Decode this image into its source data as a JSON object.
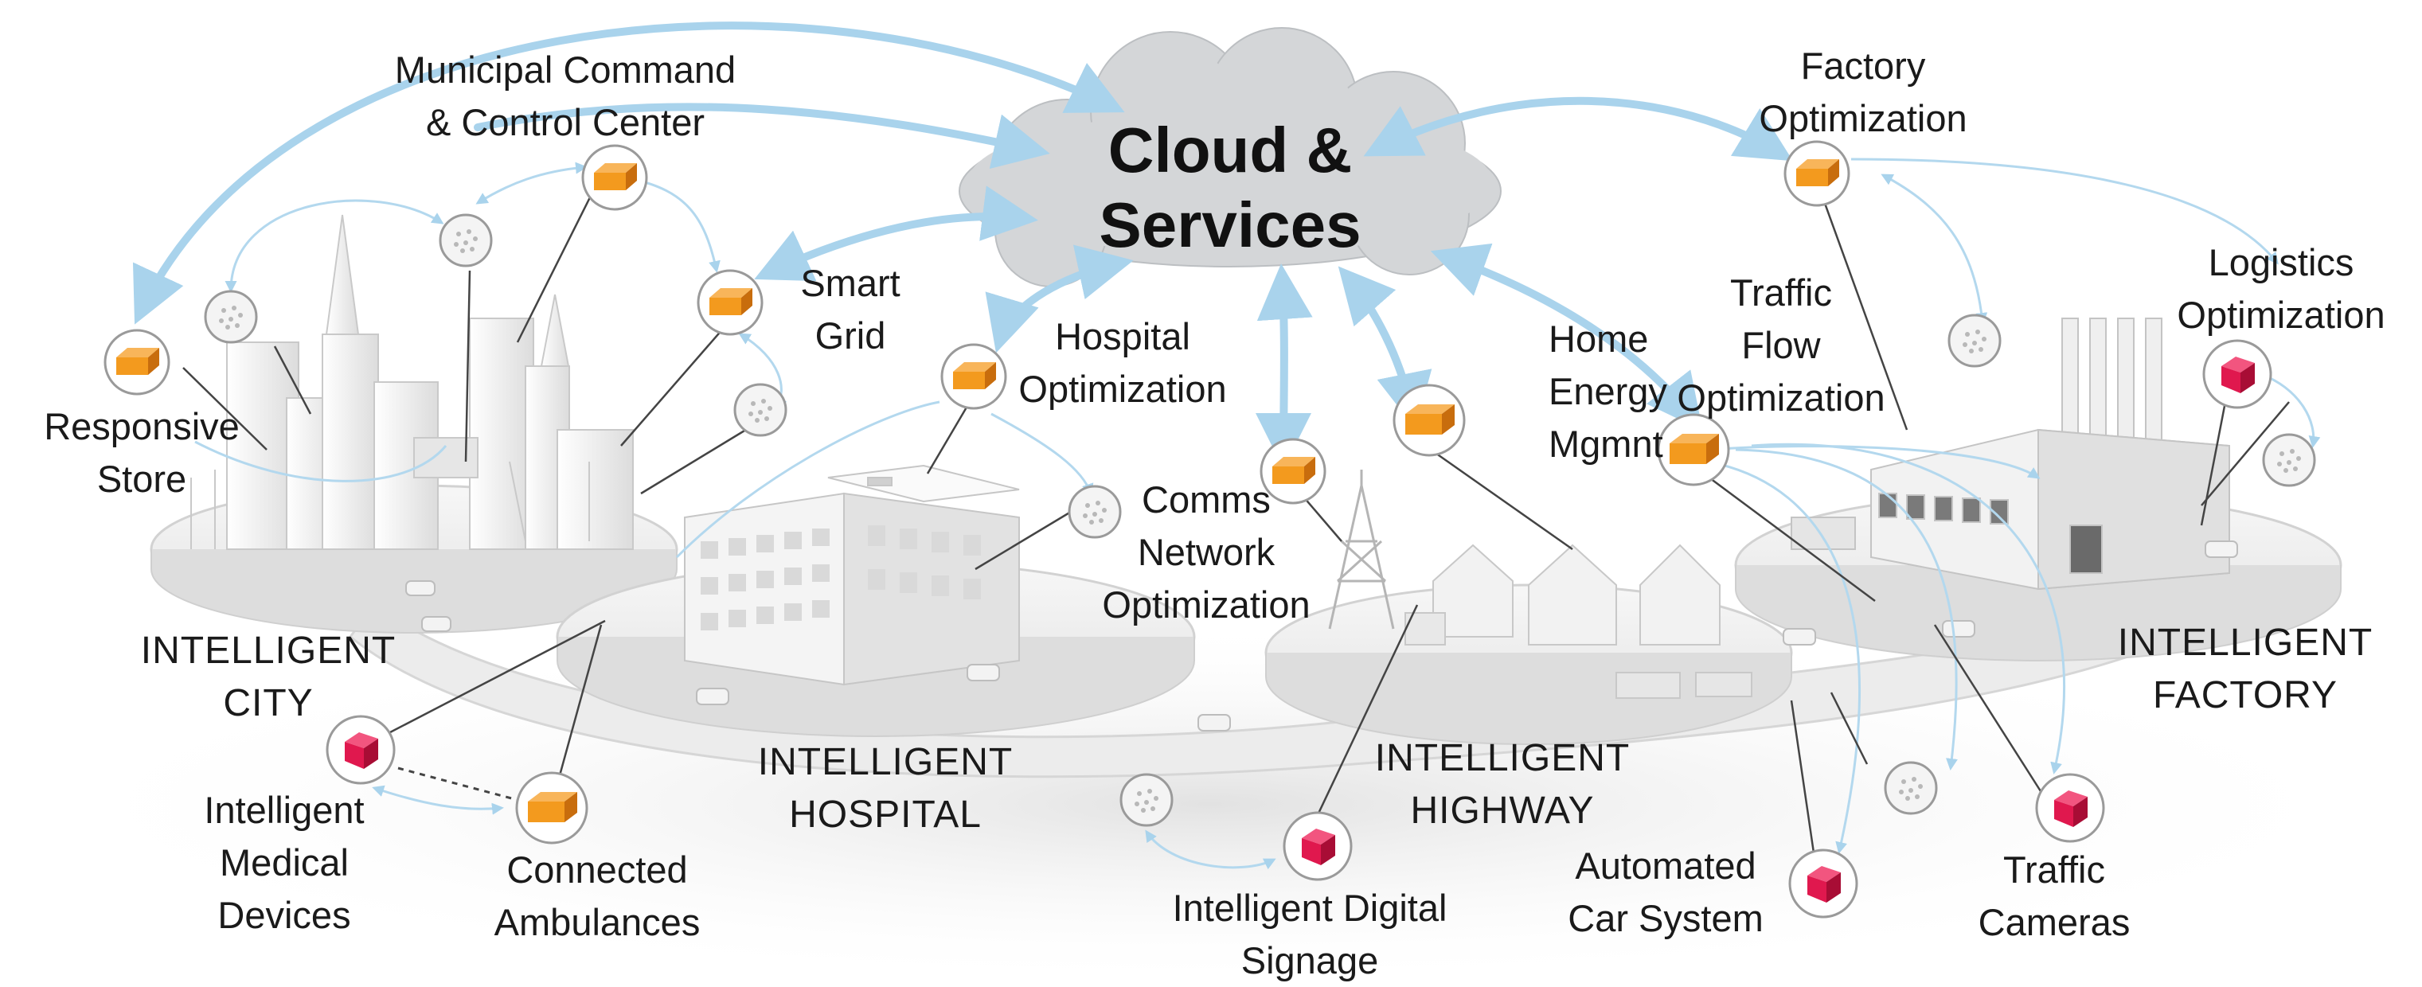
{
  "cloud": {
    "line1": "Cloud &",
    "line2": "Services"
  },
  "devices": {
    "municipal": {
      "line1": "Municipal Command",
      "line2": "& Control Center"
    },
    "responsive_store": {
      "line1": "Responsive",
      "line2": "Store"
    },
    "smart_grid": {
      "line1": "Smart",
      "line2": "Grid"
    },
    "hospital_opt": {
      "line1": "Hospital",
      "line2": "Optimization"
    },
    "comms": {
      "line1": "Comms",
      "line2": "Network",
      "line3": "Optimization"
    },
    "home_energy": {
      "line1": "Home",
      "line2": "Energy",
      "line3": "Mgmnt"
    },
    "traffic_flow": {
      "line1": "Traffic",
      "line2": "Flow",
      "line3": "Optimization"
    },
    "factory_opt": {
      "line1": "Factory",
      "line2": "Optimization"
    },
    "logistics": {
      "line1": "Logistics",
      "line2": "Optimization"
    },
    "medical": {
      "line1": "Intelligent",
      "line2": "Medical",
      "line3": "Devices"
    },
    "ambulances": {
      "line1": "Connected",
      "line2": "Ambulances"
    },
    "signage": {
      "line1": "Intelligent Digital",
      "line2": "Signage"
    },
    "car_system": {
      "line1": "Automated",
      "line2": "Car System"
    },
    "traffic_cameras": {
      "line1": "Traffic",
      "line2": "Cameras"
    }
  },
  "zones": {
    "city": {
      "line1": "INTELLIGENT",
      "line2": "CITY"
    },
    "hospital": {
      "line1": "INTELLIGENT",
      "line2": "HOSPITAL"
    },
    "highway": {
      "line1": "INTELLIGENT",
      "line2": "HIGHWAY"
    },
    "factory": {
      "line1": "INTELLIGENT",
      "line2": "FACTORY"
    }
  },
  "colors": {
    "gateway_orange": "#f39a1e",
    "endpoint_red": "#e0184e",
    "arrow_blue": "#a9d3ec",
    "cloud_gray": "#d4d6d8",
    "platform_white": "#efefef"
  },
  "icons": {
    "gateway": "orange-gateway-box-icon",
    "endpoint": "red-sensor-cube-icon",
    "node": "dotted-sensor-node-icon"
  }
}
